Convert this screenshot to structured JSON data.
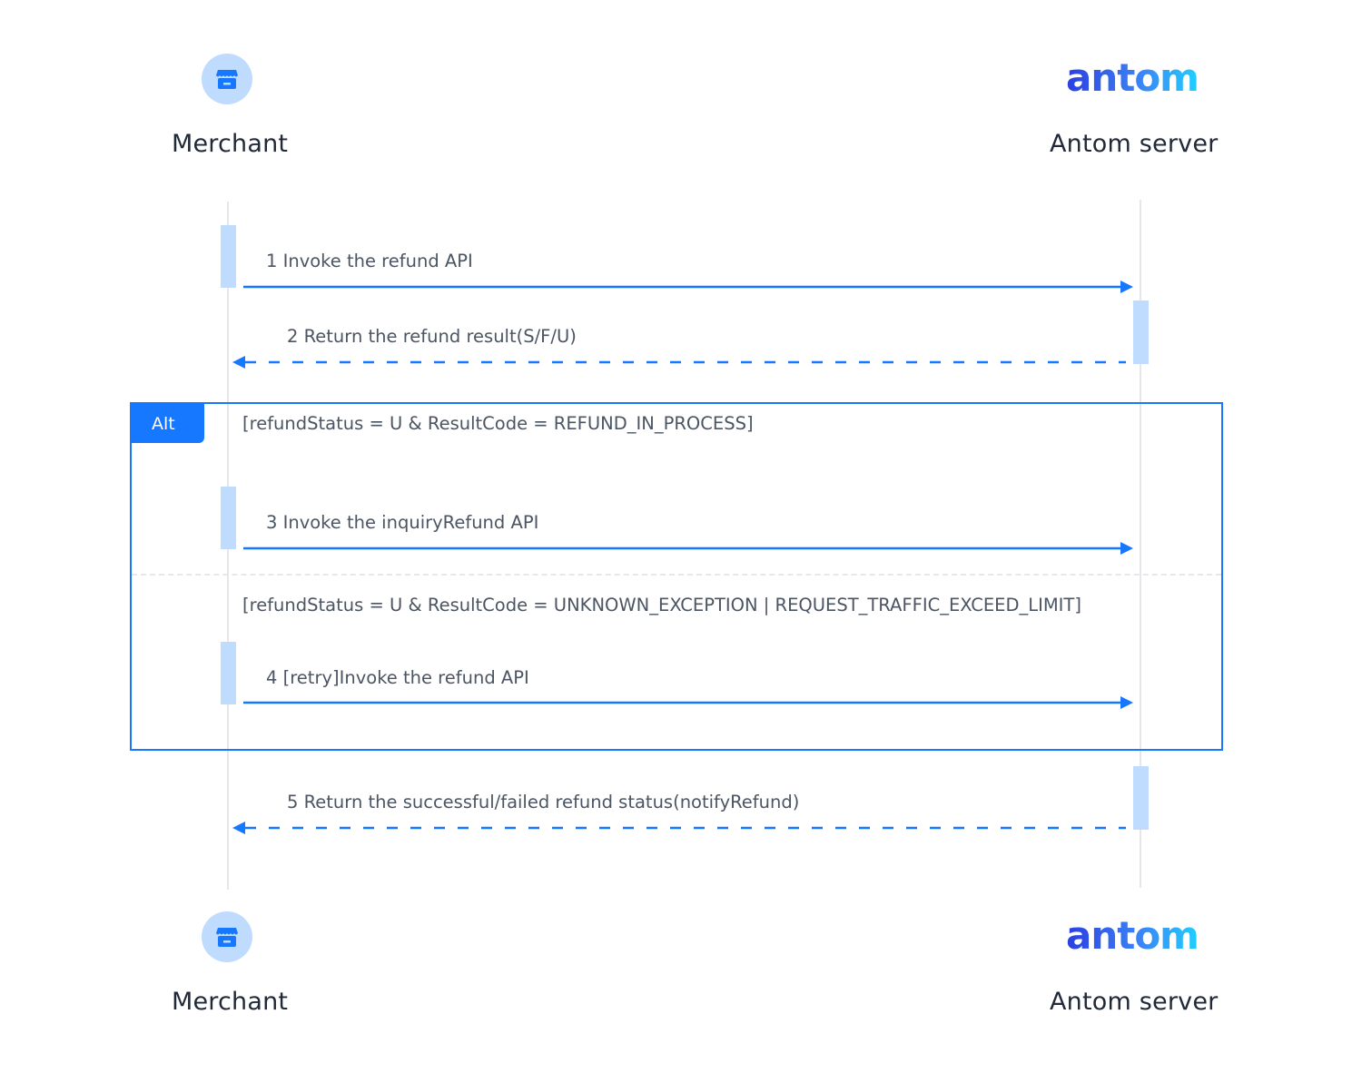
{
  "participants": {
    "merchant": {
      "name": "Merchant",
      "icon": "storefront-icon"
    },
    "antom": {
      "name": "Antom server",
      "logo_text": "antom"
    }
  },
  "colors": {
    "accent": "#1677ff",
    "activation": "#bfdbfe",
    "lifeline": "#e5e7eb",
    "text": "#4b5563",
    "title": "#1f2937",
    "logo_gradient": [
      "#2b3fe0",
      "#1fc8ff"
    ]
  },
  "messages": [
    {
      "id": 1,
      "label": "1 Invoke the refund API",
      "from": "merchant",
      "to": "antom",
      "style": "solid"
    },
    {
      "id": 2,
      "label": "2 Return the refund result(S/F/U)",
      "from": "antom",
      "to": "merchant",
      "style": "dashed"
    },
    {
      "id": 3,
      "label": "3 Invoke the inquiryRefund API",
      "from": "merchant",
      "to": "antom",
      "style": "solid"
    },
    {
      "id": 4,
      "label": "4 [retry]Invoke the refund API",
      "from": "merchant",
      "to": "antom",
      "style": "solid"
    },
    {
      "id": 5,
      "label": "5 Return the successful/failed refund status(notifyRefund)",
      "from": "antom",
      "to": "merchant",
      "style": "dashed"
    }
  ],
  "alt_fragment": {
    "tag": "Alt",
    "guards": [
      "[refundStatus = U & ResultCode = REFUND_IN_PROCESS]",
      "[refundStatus = U & ResultCode = UNKNOWN_EXCEPTION | REQUEST_TRAFFIC_EXCEED_LIMIT]"
    ]
  }
}
